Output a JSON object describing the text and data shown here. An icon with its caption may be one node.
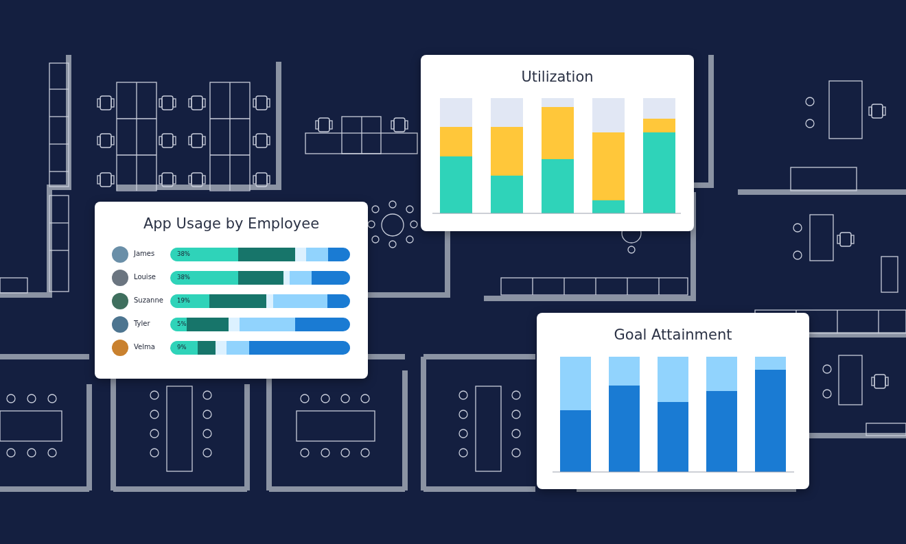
{
  "diagram": {
    "nodes": [
      {
        "text": [
          "Utilization"
        ]
      },
      {
        "text": [
          "App Usage by Employee",
          "James",
          "38%",
          "Louise",
          "38%",
          "Suzanne",
          "19%",
          "Tyler",
          "5%",
          "Velma",
          "9%"
        ]
      },
      {
        "text": [
          "Goal Attainment"
        ]
      }
    ]
  }
}
